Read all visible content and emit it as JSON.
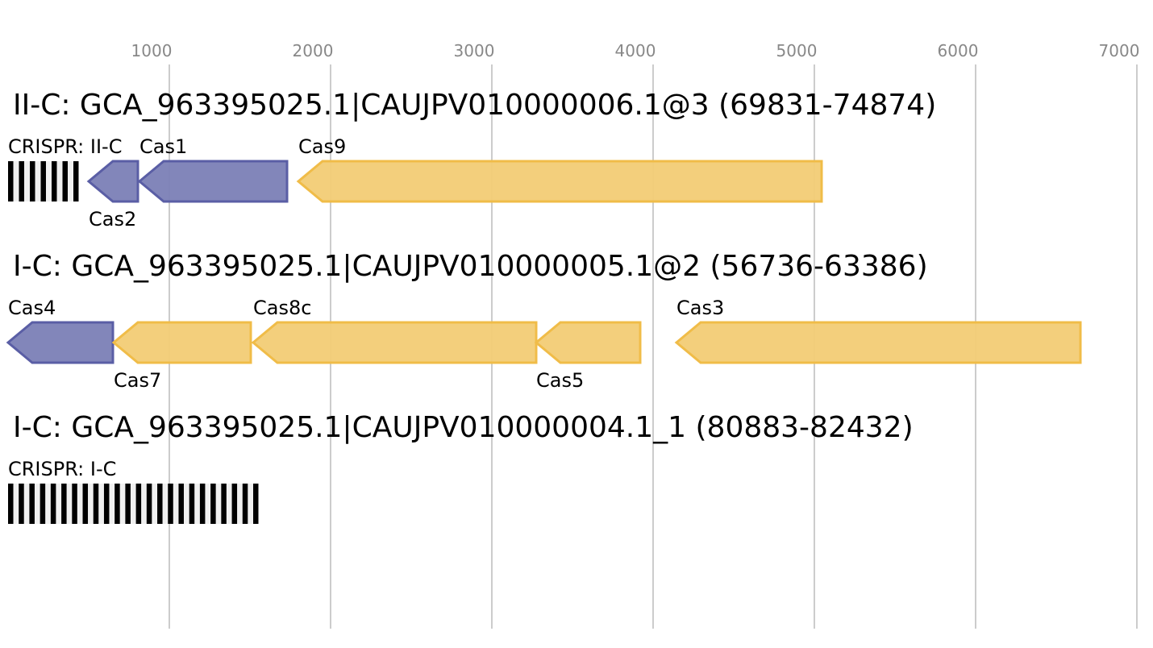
{
  "axis": {
    "ticks": [
      1000,
      2000,
      3000,
      4000,
      5000,
      6000,
      7000
    ],
    "tick_labels": [
      "1000",
      "2000",
      "3000",
      "4000",
      "5000",
      "6000",
      "7000"
    ],
    "grid": true
  },
  "colors": {
    "blue_fill": "#7b7fb6",
    "blue_stroke": "#5a5ea5",
    "yellow_fill": "#f2cc75",
    "yellow_stroke": "#f0bc48",
    "grid": "#bbbbbb",
    "tick_text": "#888888",
    "crispr_repeat": "#000000",
    "crispr_spacer": "#f0f0f0"
  },
  "loci": [
    {
      "title": "II-C: GCA_963395025.1|CAUJPV010000006.1@3 (69831-74874)",
      "crispr": {
        "label": "CRISPR: II-C",
        "start": 0,
        "end": 435,
        "repeats": 7
      },
      "genes": [
        {
          "label": "Cas2",
          "start": 500,
          "end": 805,
          "color": "blue",
          "label_pos": "above"
        },
        {
          "label": "Cas1",
          "start": 815,
          "end": 1730,
          "color": "blue",
          "label_pos": "below"
        },
        {
          "label": "Cas9",
          "start": 1800,
          "end": 5045,
          "color": "yellow",
          "label_pos": "above"
        }
      ]
    },
    {
      "title": "I-C: GCA_963395025.1|CAUJPV010000005.1@2 (56736-63386)",
      "crispr": null,
      "genes": [
        {
          "label": "Cas4",
          "start": 0,
          "end": 650,
          "color": "blue",
          "label_pos": "above"
        },
        {
          "label": "Cas7",
          "start": 655,
          "end": 1505,
          "color": "yellow",
          "label_pos": "below"
        },
        {
          "label": "Cas8c",
          "start": 1520,
          "end": 3275,
          "color": "yellow",
          "label_pos": "above"
        },
        {
          "label": "Cas5",
          "start": 3275,
          "end": 3920,
          "color": "yellow",
          "label_pos": "below"
        },
        {
          "label": "Cas3",
          "start": 4145,
          "end": 6650,
          "color": "yellow",
          "label_pos": "above"
        }
      ]
    },
    {
      "title": "I-C: GCA_963395025.1|CAUJPV010000004.1_1 (80883-82432)",
      "crispr": {
        "label": "CRISPR: I-C",
        "start": 0,
        "end": 1550,
        "repeats": 24
      },
      "genes": []
    }
  ]
}
